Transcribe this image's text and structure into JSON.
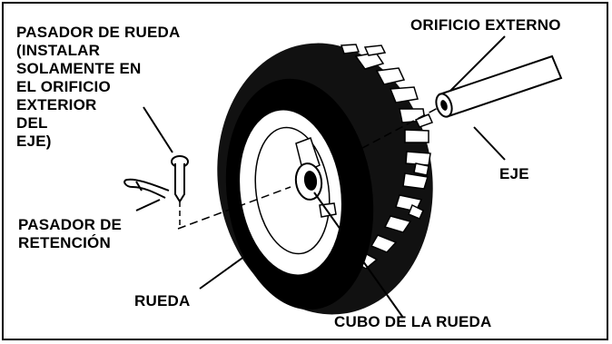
{
  "labels": {
    "wheel_pin": [
      "PASADOR DE RUEDA",
      "(INSTALAR",
      "SOLAMENTE EN",
      "EL ORIFICIO",
      "EXTERIOR",
      "DEL",
      "EJE)"
    ],
    "outer_hole": "ORIFICIO EXTERNO",
    "axle": "EJE",
    "retaining_pin": [
      "PASADOR DE",
      "RETENCIÓN"
    ],
    "wheel": "RUEDA",
    "wheel_hub": "CUBO DE LA RUEDA"
  }
}
